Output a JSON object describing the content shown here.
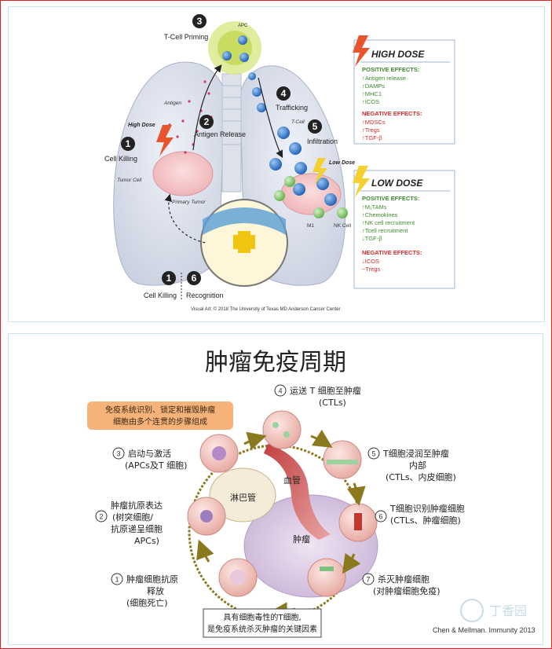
{
  "top": {
    "steps": [
      {
        "num": "3",
        "label": "T-Cell Priming"
      },
      {
        "num": "2",
        "label": "Antigen Release"
      },
      {
        "num": "1",
        "label": "Cell Killing"
      },
      {
        "num": "4",
        "label": "Trafficking"
      },
      {
        "num": "5",
        "label": "Infiltration"
      }
    ],
    "labels": {
      "apc": "APC",
      "antigen": "Antigen",
      "high_dose": "High Dose",
      "tumor_cell": "Tumor Cell",
      "primary_tumor": "Primary Tumor",
      "t_cell": "T-Cell",
      "low_dose": "Low Dose",
      "m1": "M1",
      "nk_cell": "NK Cell"
    },
    "bottom_legend": {
      "num1": "1",
      "label1": "Cell Killing",
      "num6": "6",
      "label6": "Recognition"
    },
    "credit": "Visual Art: © 2018 The University of Texas MD Anderson Cancer Center",
    "high_dose_box": {
      "title": "HIGH DOSE",
      "pos_title": "POSITIVE EFFECTS:",
      "pos": [
        "↑Antigen release",
        "↑DAMPs",
        "↑MHC1",
        "↑ICOS"
      ],
      "neg_title": "NEGATIVE EFFECTS:",
      "neg": [
        "↑MDSCs",
        "↑Tregs",
        "↑TGF-β"
      ]
    },
    "low_dose_box": {
      "title": "LOW DOSE",
      "pos_title": "POSITIVE EFFECTS:",
      "pos": [
        "↑M₁TAMs",
        "↑Chemokines",
        "↑NK cell recruitment",
        "↑Tcell recruitment",
        "↓TGF-β"
      ],
      "neg_title": "NEGATIVE EFFECTS:",
      "neg": [
        "↓ICOS",
        "~Tregs"
      ]
    }
  },
  "bottom": {
    "title": "肿瘤免疫周期",
    "intro": [
      "免疫系统识别、锁定和摧毁肿瘤",
      "细胞由多个连贯的步骤组成"
    ],
    "steps": [
      {
        "num": "4",
        "lines": [
          "运送 T 细胞至肿瘤",
          "(CTLs)"
        ]
      },
      {
        "num": "3",
        "lines": [
          "启动与激活",
          "(APCs及T 细胞)"
        ]
      },
      {
        "num": "5",
        "lines": [
          "T细胞浸润至肿瘤",
          "内部",
          "(CTLs、内皮细胞)"
        ]
      },
      {
        "num": "2",
        "lines": [
          "肿瘤抗原表达",
          "(树突细胞/",
          "抗原递呈细胞",
          "APCs)"
        ]
      },
      {
        "num": "6",
        "lines": [
          "T细胞识别肿瘤细胞",
          "(CTLs、肿瘤细胞)"
        ]
      },
      {
        "num": "1",
        "lines": [
          "肿瘤细胞抗原",
          "释放",
          "(细胞死亡)"
        ]
      },
      {
        "num": "7",
        "lines": [
          "杀灭肿瘤细胞",
          "(对肿瘤细胞免疫)"
        ]
      }
    ],
    "labels": {
      "blood_vessel": "血管",
      "lymph": "淋巴管",
      "tumor": "肿瘤"
    },
    "conclusion": [
      "具有细胞毒性的T细胞,",
      "是免疫系统杀灭肿瘤的关键因素"
    ],
    "citation": "Chen & Mellman. Immunity 2013",
    "watermark": "丁香园"
  },
  "colors": {
    "accent_red": "#d62828",
    "green": "#3f8a2e",
    "badge": "#222222",
    "intro_orange": "#f4a460"
  }
}
